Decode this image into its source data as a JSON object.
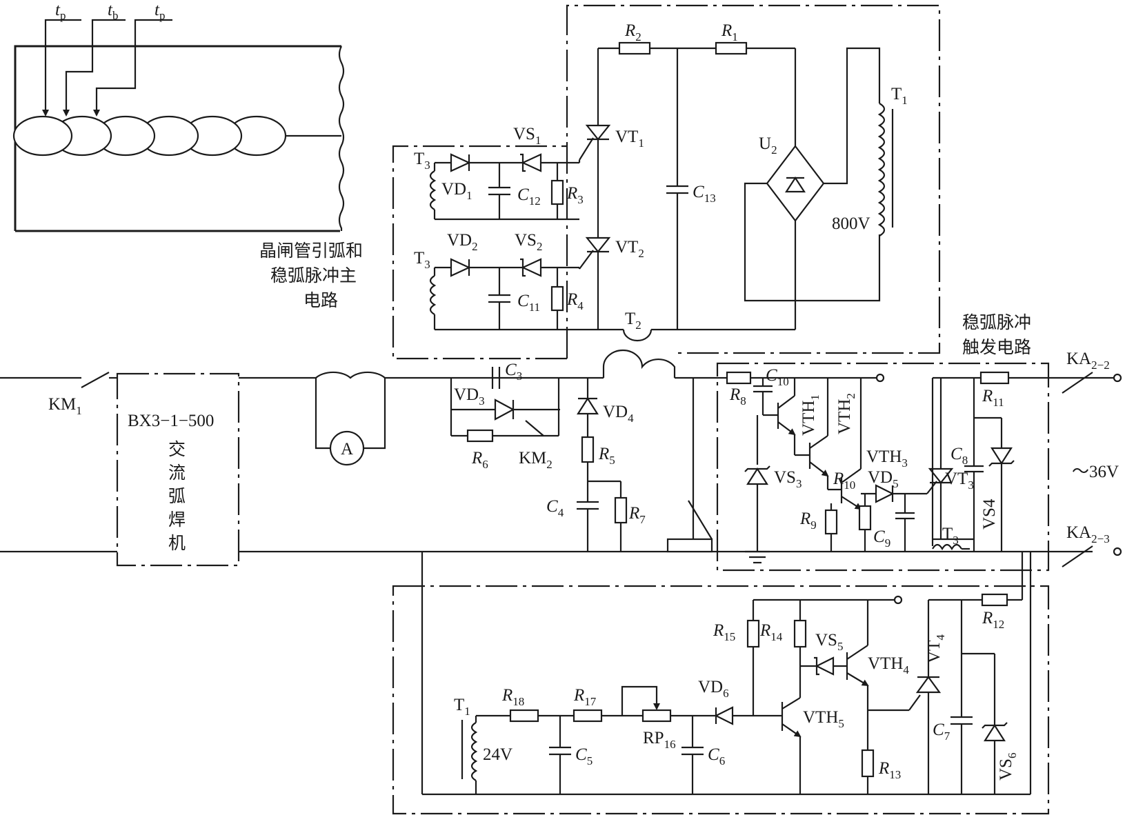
{
  "timing_labels": {
    "tp_left": "t",
    "tp_left_sub": "p",
    "tb": "t",
    "tb_sub": "b",
    "tp_right": "t",
    "tp_right_sub": "p"
  },
  "section_labels": {
    "main_circuit": [
      "晶闸管引弧和",
      "稳弧脉冲主",
      "电路"
    ],
    "trigger_circuit": [
      "稳弧脉冲",
      "触发电路"
    ]
  },
  "welder": {
    "model": "BX3−1−500",
    "name_chars": [
      "交",
      "流",
      "弧",
      "焊",
      "机"
    ]
  },
  "voltages": {
    "hv_secondary": "800V",
    "mains": "～36V",
    "low_secondary": "24V"
  },
  "ammeter": "A",
  "components": {
    "R1": [
      "R",
      "1"
    ],
    "R2": [
      "R",
      "2"
    ],
    "R3": [
      "R",
      "3"
    ],
    "R4": [
      "R",
      "4"
    ],
    "R5": [
      "R",
      "5"
    ],
    "R6": [
      "R",
      "6"
    ],
    "R7": [
      "R",
      "7"
    ],
    "R8": [
      "R",
      "8"
    ],
    "R9": [
      "R",
      "9"
    ],
    "R10": [
      "R",
      "10"
    ],
    "R11": [
      "R",
      "11"
    ],
    "R12": [
      "R",
      "12"
    ],
    "R13": [
      "R",
      "13"
    ],
    "R14": [
      "R",
      "14"
    ],
    "R15": [
      "R",
      "15"
    ],
    "R17": [
      "R",
      "17"
    ],
    "R18": [
      "R",
      "18"
    ],
    "RP16": [
      "RP",
      "16"
    ],
    "C3": [
      "C",
      "3"
    ],
    "C4": [
      "C",
      "4"
    ],
    "C5": [
      "C",
      "5"
    ],
    "C6": [
      "C",
      "6"
    ],
    "C7": [
      "C",
      "7"
    ],
    "C8": [
      "C",
      "8"
    ],
    "C9": [
      "C",
      "9"
    ],
    "C10": [
      "C",
      "10"
    ],
    "C11": [
      "C",
      "11"
    ],
    "C12": [
      "C",
      "12"
    ],
    "C13": [
      "C",
      "13"
    ],
    "VD1": [
      "VD",
      "1"
    ],
    "VD2": [
      "VD",
      "2"
    ],
    "VD3": [
      "VD",
      "3"
    ],
    "VD4": [
      "VD",
      "4"
    ],
    "VD5": [
      "VD",
      "5"
    ],
    "VD6": [
      "VD",
      "6"
    ],
    "VS1": [
      "VS",
      "1"
    ],
    "VS2": [
      "VS",
      "2"
    ],
    "VS3": [
      "VS",
      "3"
    ],
    "VS4": [
      "VS4",
      ""
    ],
    "VS5": [
      "VS",
      "5"
    ],
    "VS6": [
      "VS",
      "6"
    ],
    "VT1": [
      "VT",
      "1"
    ],
    "VT2": [
      "VT",
      "2"
    ],
    "VT3": [
      "VT",
      "3"
    ],
    "VT4": [
      "VT",
      "4"
    ],
    "VTH1": [
      "VTH",
      "1"
    ],
    "VTH2": [
      "VTH",
      "2"
    ],
    "VTH3": [
      "VTH",
      "3"
    ],
    "VTH4": [
      "VTH",
      "4"
    ],
    "VTH5": [
      "VTH",
      "5"
    ],
    "T1_top": [
      "T",
      "1"
    ],
    "T1_bottom": [
      "T",
      "1"
    ],
    "T2": [
      "T",
      "2"
    ],
    "T3_a": [
      "T",
      "3"
    ],
    "T3_b": [
      "T",
      "3"
    ],
    "T3_c": [
      "T",
      "3"
    ],
    "U2": [
      "U",
      "2"
    ],
    "KM1": [
      "KM",
      "1"
    ],
    "KM2": [
      "KM",
      "2"
    ],
    "KA22": [
      "KA",
      "2−2"
    ],
    "KA23": [
      "KA",
      "2−3"
    ]
  }
}
